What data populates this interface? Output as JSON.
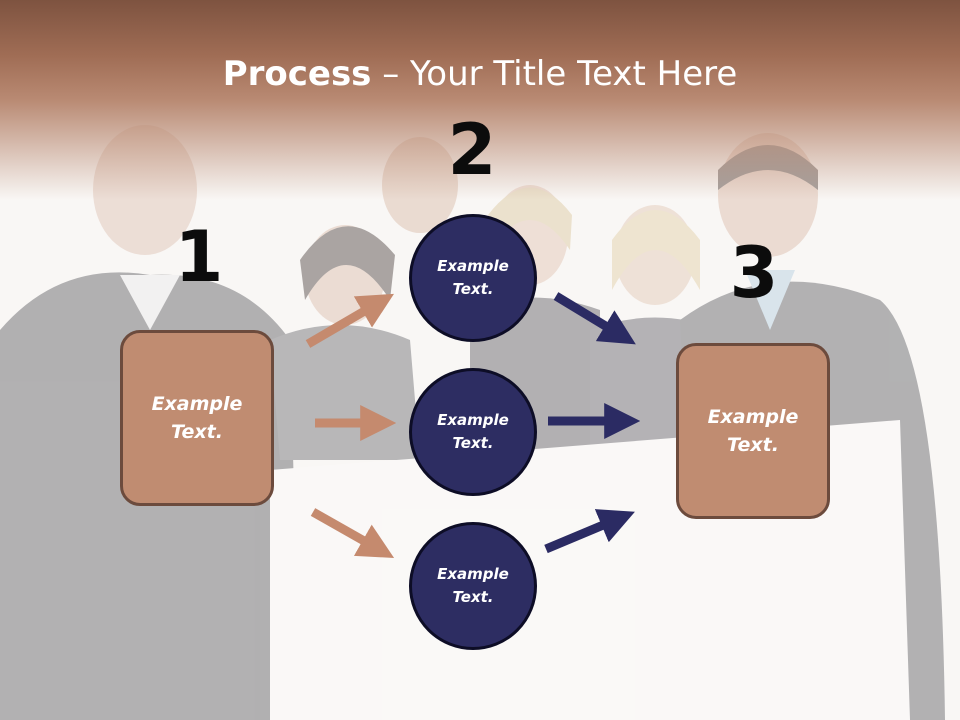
{
  "title": {
    "bold": "Process",
    "rest": " – Your Title Text Here"
  },
  "steps": {
    "one": "1",
    "two": "2",
    "three": "3"
  },
  "boxes": {
    "left": "Example\nText.",
    "right": "Example\nText."
  },
  "circles": {
    "top": "Example\nText.",
    "middle": "Example\nText.",
    "bottom": "Example\nText."
  },
  "colors": {
    "header_brown": "#a06d55",
    "box_fill": "#c08c71",
    "circle_fill": "#2d2d62",
    "arrow_brown": "#c58a6e",
    "arrow_navy": "#2b2b63"
  }
}
